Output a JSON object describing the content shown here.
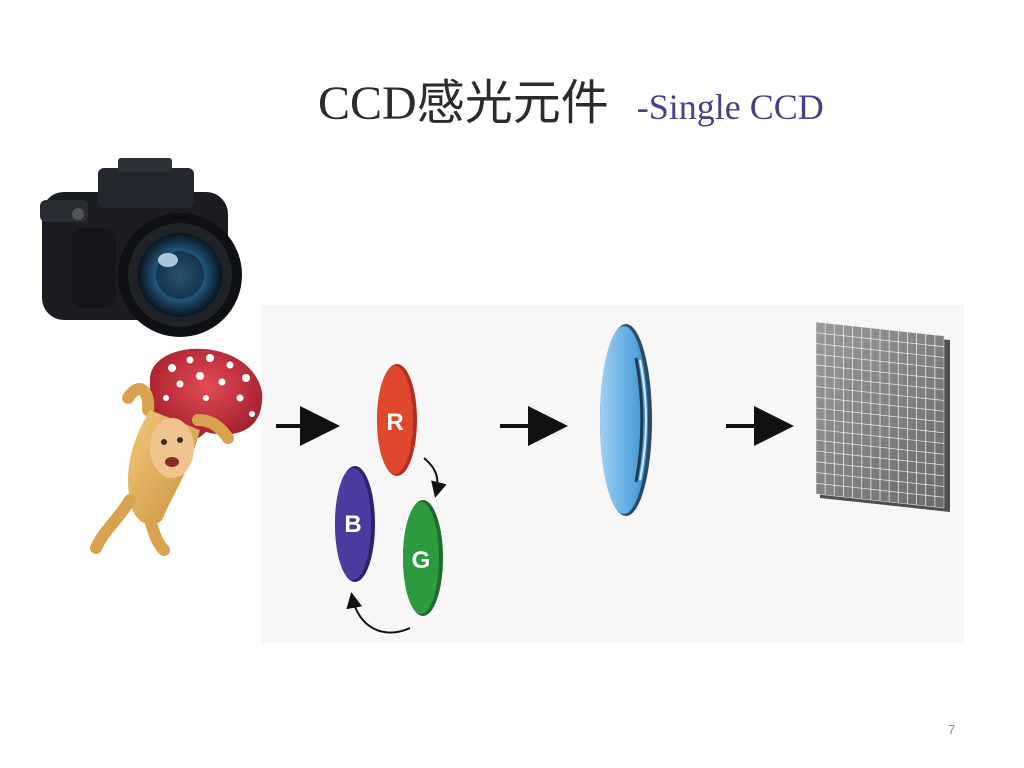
{
  "slide": {
    "title_main": "CCD感光元件",
    "title_sub": "-Single CCD",
    "page_number": "7"
  },
  "diagram": {
    "filters": [
      {
        "letter": "R",
        "color": "#e0482e"
      },
      {
        "letter": "G",
        "color": "#2e9a3e"
      },
      {
        "letter": "B",
        "color": "#4b3b9e"
      }
    ],
    "icons": [
      "camera-icon",
      "mushroom-character-icon",
      "lens-icon",
      "ccd-sensor-grid-icon"
    ]
  }
}
